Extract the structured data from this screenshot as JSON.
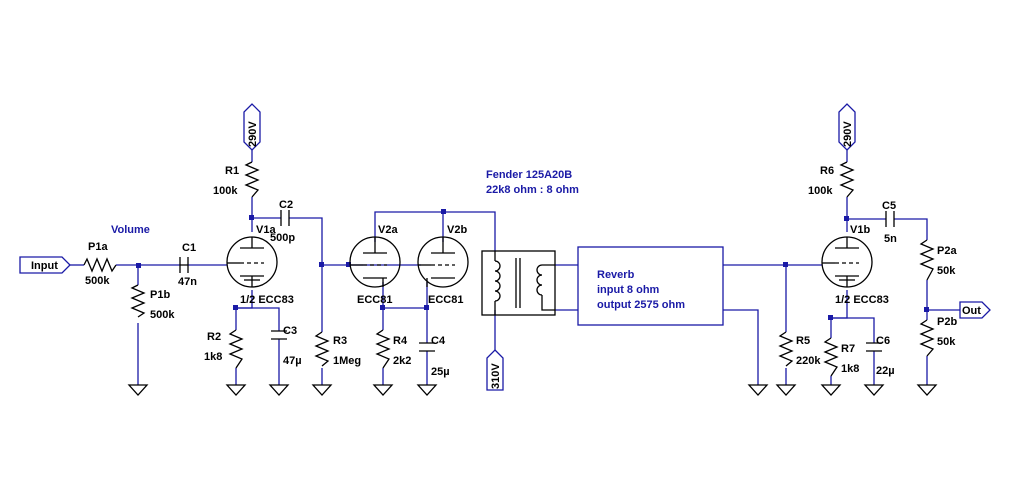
{
  "components": {
    "R1": {
      "ref": "R1",
      "value": "100k"
    },
    "R2": {
      "ref": "R2",
      "value": "1k8"
    },
    "R3": {
      "ref": "R3",
      "value": "1Meg"
    },
    "R4": {
      "ref": "R4",
      "value": "2k2"
    },
    "R5": {
      "ref": "R5",
      "value": "220k"
    },
    "R6": {
      "ref": "R6",
      "value": "100k"
    },
    "R7": {
      "ref": "R7",
      "value": "1k8"
    },
    "C1": {
      "ref": "C1",
      "value": "47n"
    },
    "C2": {
      "ref": "C2",
      "value": "500p"
    },
    "C3": {
      "ref": "C3",
      "value": "47µ"
    },
    "C4": {
      "ref": "C4",
      "value": "25µ"
    },
    "C5": {
      "ref": "C5",
      "value": "5n"
    },
    "C6": {
      "ref": "C6",
      "value": "22µ"
    },
    "P1a": {
      "ref": "P1a",
      "value": "500k"
    },
    "P1b": {
      "ref": "P1b",
      "value": "500k"
    },
    "P2a": {
      "ref": "P2a",
      "value": "50k"
    },
    "P2b": {
      "ref": "P2b",
      "value": "50k"
    },
    "V1a": {
      "ref": "V1a",
      "type": "1/2 ECC83"
    },
    "V1b": {
      "ref": "V1b",
      "type": "1/2 ECC83"
    },
    "V2a": {
      "ref": "V2a",
      "type": "ECC81"
    },
    "V2b": {
      "ref": "V2b",
      "type": "ECC81"
    }
  },
  "supplies": {
    "left": "290V",
    "right": "290V",
    "transformer": "310V"
  },
  "ports": {
    "input": "Input",
    "output": "Out"
  },
  "notes": {
    "volume": "Volume",
    "transformer": {
      "line1": "Fender 125A20B",
      "line2": "22k8 ohm : 8 ohm"
    },
    "reverb": {
      "line1": "Reverb",
      "line2": "input 8 ohm",
      "line3": "output 2575 ohm"
    }
  }
}
